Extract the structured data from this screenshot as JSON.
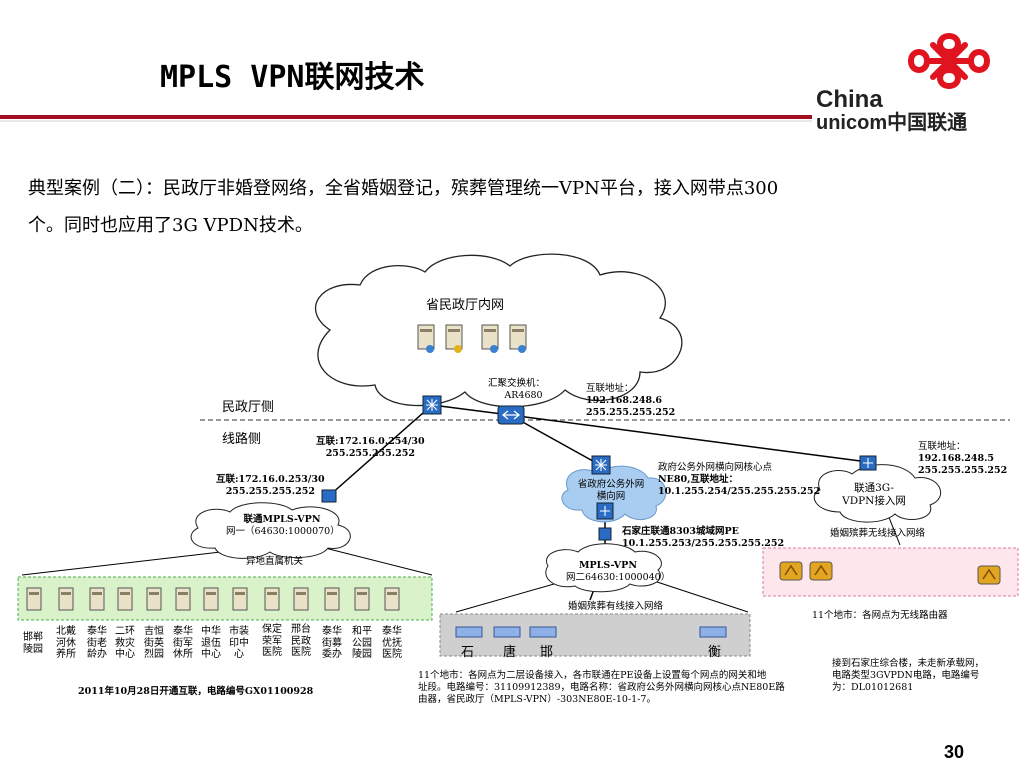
{
  "header": {
    "title": "MPLS VPN联网技术",
    "logo_line1": "China",
    "logo_line2": "unicom中国联通"
  },
  "intro": {
    "line1": "典型案例（二）：民政厅非婚登网络，全省婚姻登记，殡葬管理统一VPN平台，接入网带点300",
    "line2": "个。同时也应用了3G VPDN技术。"
  },
  "diagram": {
    "cloud_top": "省民政厅内网",
    "core_switch": [
      "汇聚交换机：",
      "AR4680"
    ],
    "core_ip": [
      "互联地址：",
      "192.168.248.6",
      "255.255.255.252"
    ],
    "side_civil": "民政厅侧",
    "side_line": "线路侧",
    "link_a": [
      "互联:172.16.0.254/30",
      "255.255.255.252"
    ],
    "link_b": [
      "互联:172.16.0.253/30",
      "255.255.255.252"
    ],
    "cloud_gov": [
      "省政府公务外网",
      "横向网"
    ],
    "gov_core": [
      "政府公务外网横向网核心点",
      "NE80,互联地址：",
      "10.1.255.254/255.255.255.252"
    ],
    "right_ip": [
      "互联地址：",
      "192.168.248.5",
      "255.255.255.252"
    ],
    "cloud_vpdn": [
      "联通3G-",
      "VDPN接入网"
    ],
    "wireless_title": "婚姻殡葬无线接入网络",
    "cloud_mpls1": [
      "联通MPLS-VPN",
      "网一（64630:1000070）"
    ],
    "remote_title": "异地直属机关",
    "pe_note": [
      "石家庄联通8303城域网PE",
      "10.1.255.253/255.255.255.252"
    ],
    "cloud_mpls2": [
      "MPLS-VPN",
      "网二64630:1000040）"
    ],
    "wired_title": "婚姻殡葬有线接入网络",
    "cities": [
      "石",
      "唐",
      "邯",
      "衡"
    ],
    "wireless_note": "11个地市：各网点为无线路由器",
    "remote_units": [
      "邯郸陵园",
      "北戴河休养所",
      "泰华街老龄办",
      "二环救灾中心",
      "吉恒街英烈园",
      "泰华街军休所",
      "中华退伍中心",
      "市装印中心",
      "保定荣军医院",
      "邢台民政医院",
      "泰华街募委办",
      "和平公园陵园",
      "泰华优抚医院"
    ],
    "remote_date": "2011年10月28日开通互联，电路编号GX01100928",
    "wired_note": [
      "11个地市：各网点为二层设备接入，各市联通在PE设备上设置每个网点的网关和地",
      "址段。电路编号：31109912389，电路名称：省政府公务外网横向网核心点NE80E路",
      "由器，省民政厅（MPLS-VPN）-303NE80E-10-1-7。"
    ],
    "vpdn_note": [
      "接到石家庄综合楼，未走新承载网，",
      "电路类型3GVPDN电路，电路编号",
      "为：DL01012681"
    ]
  },
  "footer": {
    "page_number": "30"
  },
  "colors": {
    "logo_red": "#e0141e",
    "switch_blue": "#2a6cc4",
    "remote_box": "#d9f2c9",
    "remote_border": "#4caf50",
    "wired_box": "#cfcfcf",
    "wireless_box": "#fde6ec",
    "wireless_border": "#e07a9a"
  }
}
